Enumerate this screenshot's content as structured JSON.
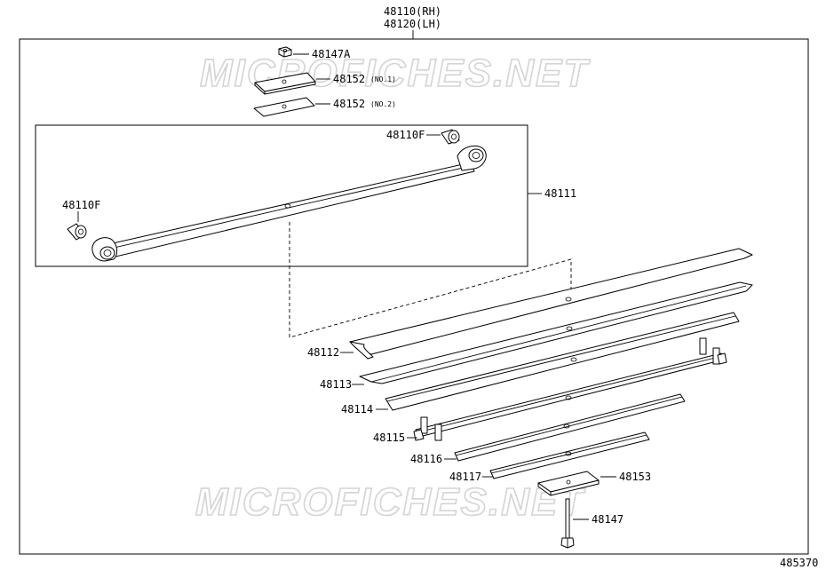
{
  "header": {
    "assembly_rh": "48110(RH)",
    "assembly_lh": "48120(LH)"
  },
  "watermark": {
    "text": "MICROFICHES.NET"
  },
  "callouts": {
    "u_bolt_nut": "48147A",
    "seat_no1": "48152",
    "seat_no1_note": "(NO.1)",
    "seat_no2": "48152",
    "seat_no2_note": "(NO.2)",
    "bushing_front": "48110F",
    "bushing_rear": "48110F",
    "leaf_no1": "48111",
    "leaf_no2": "48112",
    "leaf_no3": "48113",
    "leaf_no4": "48114",
    "leaf_no5": "48115",
    "leaf_no6": "48116",
    "leaf_no7": "48117",
    "spacer": "48153",
    "center_bolt": "48147"
  },
  "footer": {
    "illustration_number": "485370"
  }
}
